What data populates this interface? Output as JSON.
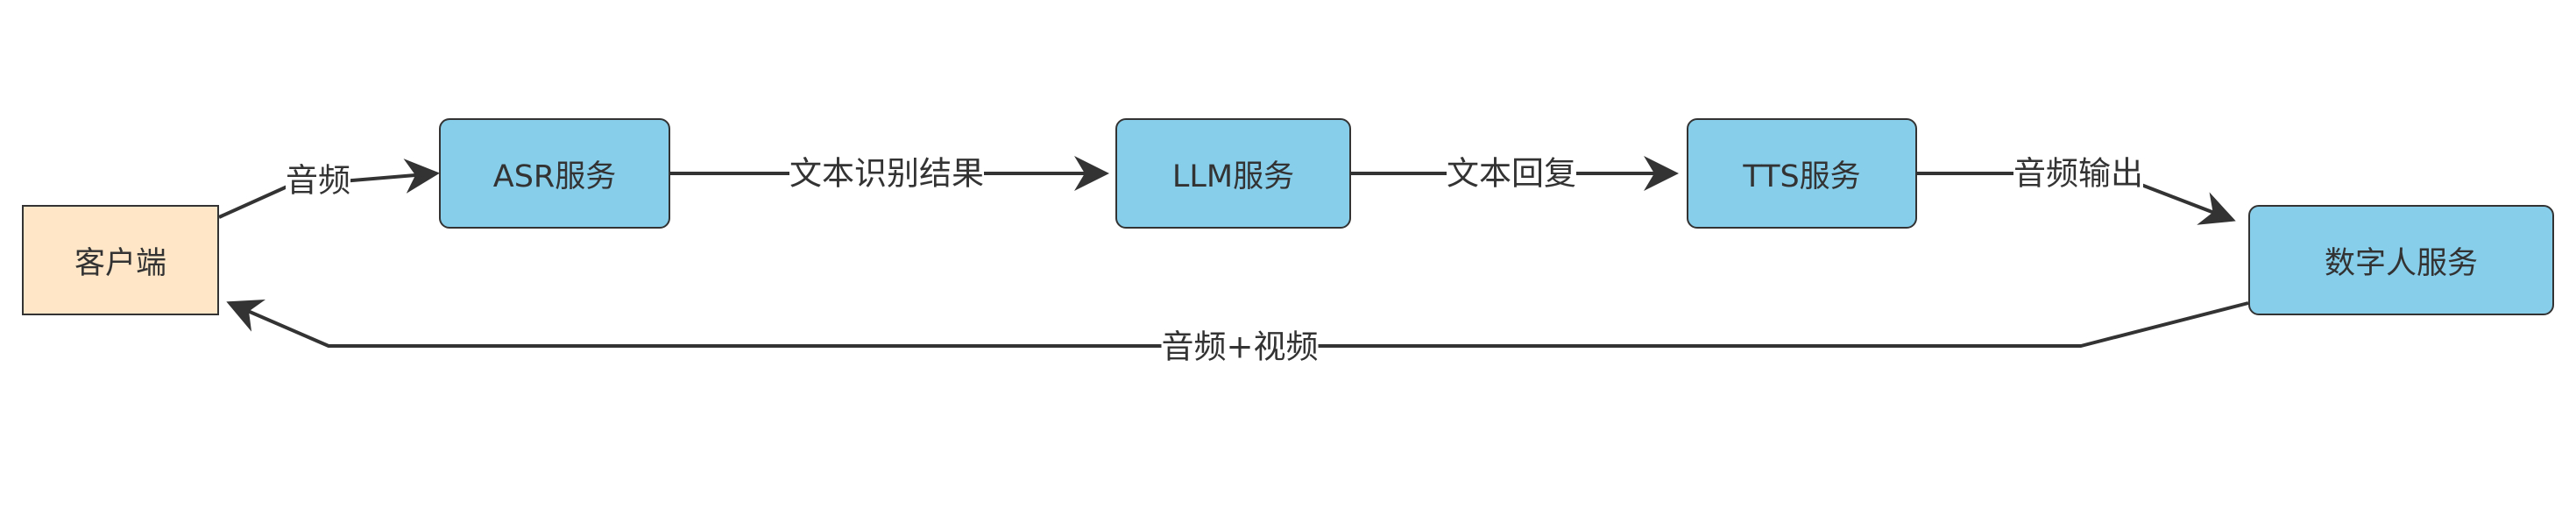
{
  "colors": {
    "client_fill": "#ffe6c7",
    "service_fill": "#87ceeb",
    "stroke": "#333333",
    "text": "#333333",
    "background": "#ffffff"
  },
  "nodes": {
    "client": "客户端",
    "asr": "ASR服务",
    "llm": "LLM服务",
    "tts": "TTS服务",
    "digital_human": "数字人服务"
  },
  "edges": {
    "client_to_asr": "音频",
    "asr_to_llm": "文本识别结果",
    "llm_to_tts": "文本回复",
    "tts_to_digital_human": "音频输出",
    "digital_human_to_client": "音频+视频"
  }
}
